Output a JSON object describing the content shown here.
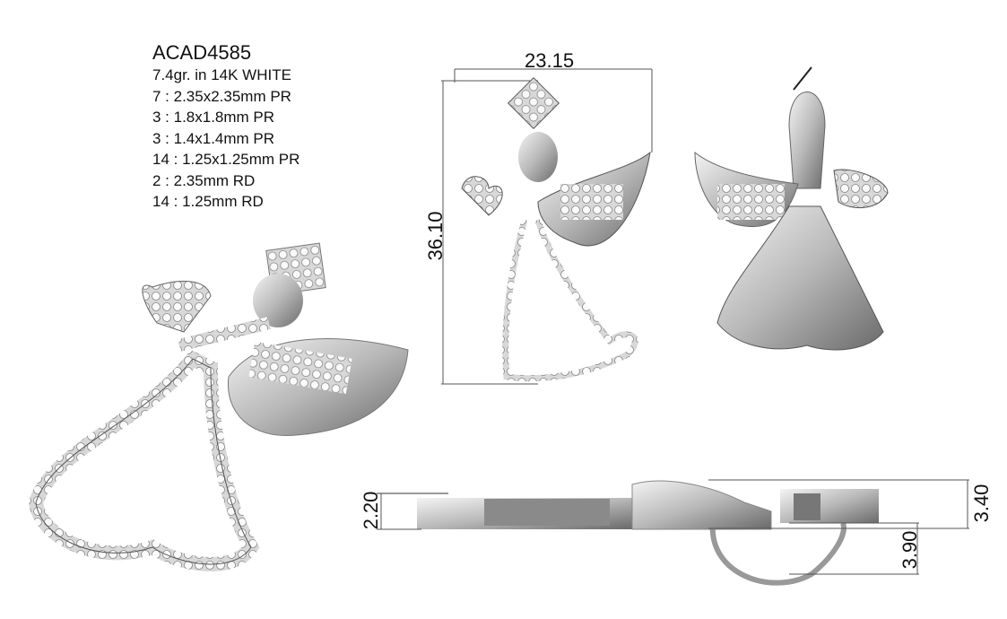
{
  "specs": {
    "code": "ACAD4585",
    "lines": [
      "7.4gr.  in 14K WHITE",
      "7 : 2.35x2.35mm PR",
      "3 : 1.8x1.8mm PR",
      "3 : 1.4x1.4mm PR",
      "14 : 1.25x1.25mm PR",
      "2 : 2.35mm RD",
      "14 : 1.25mm RD"
    ]
  },
  "dimensions": {
    "width": "23.15",
    "height": "36.10",
    "side_left": "2.20",
    "side_right": "3.40",
    "bail": "3.90"
  },
  "colors": {
    "metal": "#c8c8c8",
    "metal_dark": "#6e6e6e",
    "line": "#555555"
  }
}
